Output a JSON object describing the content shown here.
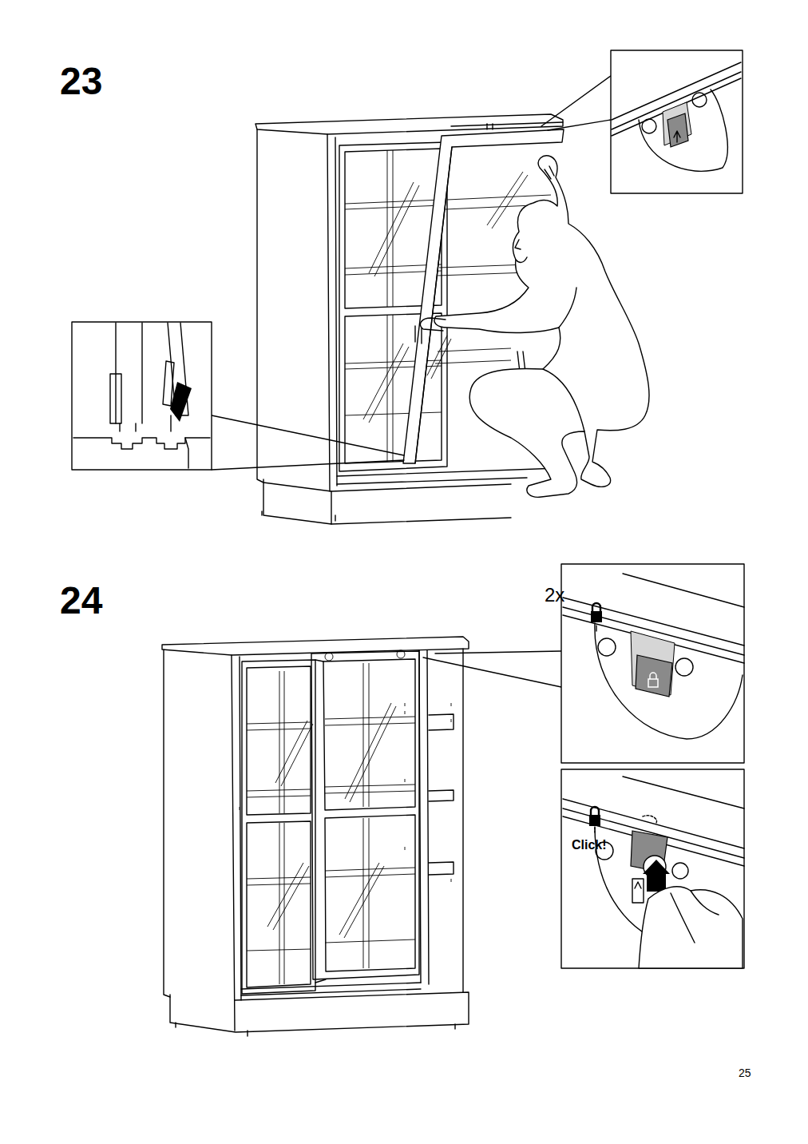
{
  "diagram": {
    "labels": [
      "23",
      "24",
      "2x",
      "Click!",
      "25"
    ]
  }
}
